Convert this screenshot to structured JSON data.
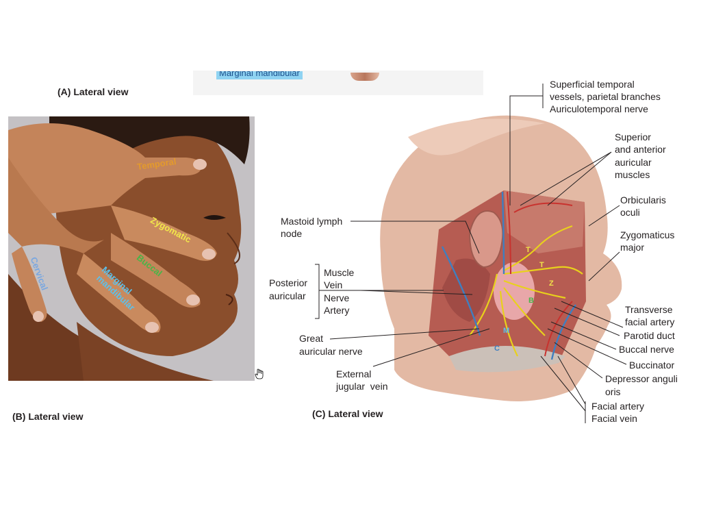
{
  "top_strip": {
    "clipped_label": "Marginal mandibular"
  },
  "captions": {
    "a": "(A) Lateral view",
    "b": "(B) Lateral view",
    "c": "(C) Lateral view"
  },
  "photo_labels": {
    "temporal": "Temporal",
    "zygomatic": "Zygomatic",
    "buccal": "Buccal",
    "marginal_1": "Marginal",
    "marginal_2": "mandibular",
    "cervical": "Cervical"
  },
  "photo_label_colors": {
    "temporal": "#e39a2c",
    "zygomatic": "#f2e84a",
    "buccal": "#48b548",
    "marginal": "#5cc0ea",
    "cervical": "#7aa7e0"
  },
  "anatomy_labels": {
    "superficial_temporal": [
      "Superficial temporal",
      "vessels, parietal branches",
      "Auriculotemporal nerve"
    ],
    "superior_auricular": [
      "Superior",
      "and anterior",
      "auricular",
      "muscles"
    ],
    "orbicularis": [
      "Orbicularis",
      "oculi"
    ],
    "zygomaticus": [
      "Zygomaticus",
      "major"
    ],
    "mastoid": [
      "Mastoid lymph",
      "node"
    ],
    "posterior_auricular": [
      "Posterior",
      "auricular"
    ],
    "posterior_items": [
      "Muscle",
      "Vein",
      "Nerve",
      "Artery"
    ],
    "transverse": [
      "Transverse",
      "facial artery"
    ],
    "parotid": "Parotid duct",
    "buccal_nerve": "Buccal nerve",
    "buccinator": "Buccinator",
    "depressor": [
      "Depressor anguli",
      "oris"
    ],
    "great_auricular": [
      "Great",
      "auricular nerve"
    ],
    "external_jugular": [
      "External",
      "jugular  vein"
    ],
    "facial": [
      "Facial artery",
      "Facial vein"
    ]
  },
  "nerve_letters": {
    "t1": "T",
    "t2": "T",
    "z": "Z",
    "b": "B",
    "m": "M",
    "c": "C"
  },
  "colors": {
    "skin_photo": "#8a4e2c",
    "hand": "#c4845a",
    "skull": "#e3b9a4",
    "nerve": "#e8d11c",
    "artery": "#c8322e",
    "vein": "#3f7fc0"
  }
}
